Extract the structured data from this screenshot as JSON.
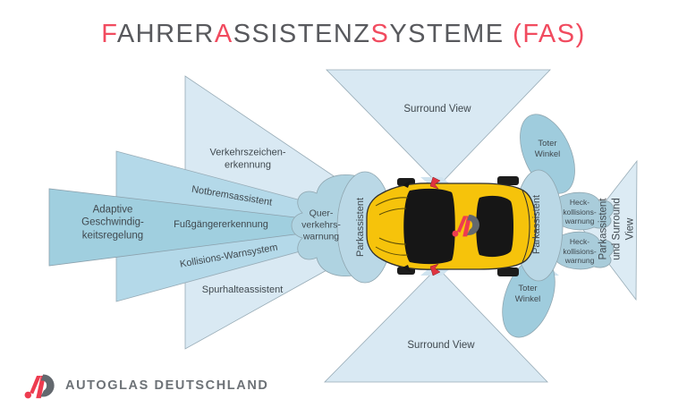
{
  "title": {
    "parts": [
      {
        "text": "F",
        "accent": true
      },
      {
        "text": "AHRER",
        "accent": false
      },
      {
        "text": "A",
        "accent": true
      },
      {
        "text": "SSISTENZ",
        "accent": false
      },
      {
        "text": "S",
        "accent": true
      },
      {
        "text": "YSTEME ",
        "accent": false
      },
      {
        "text": "(FAS)",
        "accent": true
      }
    ]
  },
  "zones": {
    "adaptive": {
      "label": "Adaptive\nGeschwindig-\nkeitsregelung"
    },
    "verkehrszeichen": {
      "label": "Verkehrszeichen-\nerkennung"
    },
    "notbrems": {
      "label": "Notbremsassistent"
    },
    "fussgaenger": {
      "label": "Fußgängererkennung"
    },
    "kollisions": {
      "label": "Kollisions-Warnsystem"
    },
    "spurhalte": {
      "label": "Spurhalteassistent"
    },
    "querverkehr": {
      "label": "Quer-\nverkehrs-\nwarnung"
    },
    "park_front": {
      "label": "Parkassistent"
    },
    "surround_top": {
      "label": "Surround View"
    },
    "surround_bottom": {
      "label": "Surround View"
    },
    "toter_winkel_top": {
      "label": "Toter\nWinkel"
    },
    "toter_winkel_bottom": {
      "label": "Toter\nWinkel"
    },
    "heck_top": {
      "label": "Heck-\nkollisions-\nwarnung"
    },
    "heck_bottom": {
      "label": "Heck-\nkollisions-\nwarnung"
    },
    "park_rear": {
      "label": "Parkassistent"
    },
    "park_und_surround": {
      "label": "Parkassistent\nund Surround View"
    }
  },
  "footer": {
    "brand": "AUTOGLAS DEUTSCHLAND"
  },
  "colors": {
    "accent_red": "#f14b5f",
    "title_gray": "#58595d",
    "cone_light": "#d9e9f3",
    "cone_medium": "#b4d9e9",
    "cone_dark": "#a0cfdf",
    "cloud_blob": "#afd3e1",
    "ellipse_blue": "#bad8e6",
    "petal_blue": "#9fccdd",
    "car_yellow": "#f6c30b",
    "label_text": "#40494f",
    "logo_gray": "#63686e"
  }
}
